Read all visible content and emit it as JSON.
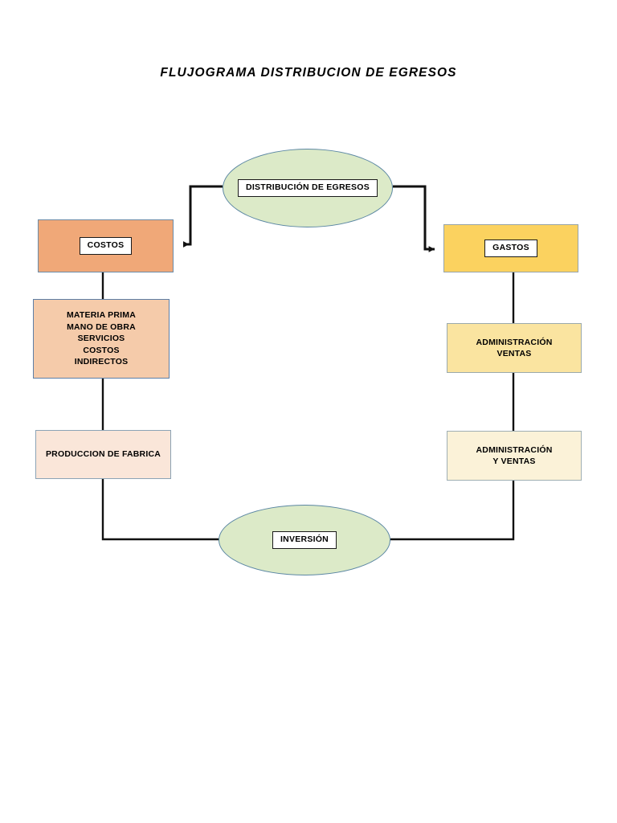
{
  "document": {
    "title": "FLUJOGRAMA DISTRIBUCION DE EGRESOS",
    "background": "#FFFFFF"
  },
  "diagram": {
    "type": "flowchart",
    "orientation": "symmetric-two-branch",
    "nodes": [
      {
        "id": "distribucion",
        "label": "DISTRIBUCIÓN DE EGRESOS",
        "shape": "ellipse",
        "fill": "#DCEAC8",
        "stroke": "#5B87A3",
        "has_label_plate": true
      },
      {
        "id": "costos",
        "label": "COSTOS",
        "shape": "rectangle",
        "fill": "#F0A878",
        "stroke": "#6C8CA8",
        "has_label_plate": true
      },
      {
        "id": "gastos",
        "label": "GASTOS",
        "shape": "rectangle",
        "fill": "#FBD25F",
        "stroke": "#96A4A8",
        "has_label_plate": true
      },
      {
        "id": "materia",
        "label": "MATERIA PRIMA\nMANO DE OBRA\nSERVICIOS\nCOSTOS\nINDIRECTOS",
        "lines": [
          "MATERIA PRIMA",
          "MANO DE OBRA",
          "SERVICIOS",
          "COSTOS",
          "INDIRECTOS"
        ],
        "shape": "rectangle",
        "fill": "#F5CBAA",
        "stroke": "#5D7FA8",
        "has_label_plate": false
      },
      {
        "id": "admventas",
        "label": "ADMINISTRACIÓN\nVENTAS",
        "lines": [
          "ADMINISTRACIÓN",
          "VENTAS"
        ],
        "shape": "rectangle",
        "fill": "#FAE4A0",
        "stroke": "#9BAAAD",
        "has_label_plate": false
      },
      {
        "id": "produccion",
        "label": "PRODUCCION DE FABRICA",
        "lines": [
          "PRODUCCION DE FABRICA"
        ],
        "shape": "rectangle",
        "fill": "#FAE6D9",
        "stroke": "#8BA3B5",
        "has_label_plate": false
      },
      {
        "id": "admyventas",
        "label": "ADMINISTRACIÓN\nY VENTAS",
        "lines": [
          "ADMINISTRACIÓN",
          "Y VENTAS"
        ],
        "shape": "rectangle",
        "fill": "#FBF2D8",
        "stroke": "#9FAFB4",
        "has_label_plate": false
      },
      {
        "id": "inversion",
        "label": "INVERSIÓN",
        "shape": "ellipse",
        "fill": "#DCEAC8",
        "stroke": "#5B87A3",
        "has_label_plate": true
      }
    ],
    "edges": [
      {
        "id": "distribucion-to-costos",
        "from": "distribucion",
        "to": "costos",
        "style": "elbow",
        "arrowhead": "left"
      },
      {
        "id": "distribucion-to-gastos",
        "from": "distribucion",
        "to": "gastos",
        "style": "elbow",
        "arrowhead": "right"
      },
      {
        "id": "costos-to-materia",
        "from": "costos",
        "to": "materia",
        "style": "straight",
        "arrowhead": "none"
      },
      {
        "id": "materia-to-produccion",
        "from": "materia",
        "to": "produccion",
        "style": "straight",
        "arrowhead": "none"
      },
      {
        "id": "produccion-to-inversion",
        "from": "produccion",
        "to": "inversion",
        "style": "elbow",
        "arrowhead": "none"
      },
      {
        "id": "gastos-to-admventas",
        "from": "gastos",
        "to": "admventas",
        "style": "straight",
        "arrowhead": "none"
      },
      {
        "id": "admventas-to-admyventas",
        "from": "admventas",
        "to": "admyventas",
        "style": "straight",
        "arrowhead": "none"
      },
      {
        "id": "admyventas-to-inversion",
        "from": "admyventas",
        "to": "inversion",
        "style": "elbow",
        "arrowhead": "none"
      }
    ],
    "colors": {
      "connector": "#111111",
      "text": "#000000",
      "plate_fill": "#FFFFFF",
      "plate_stroke": "#1A1A1A"
    }
  }
}
